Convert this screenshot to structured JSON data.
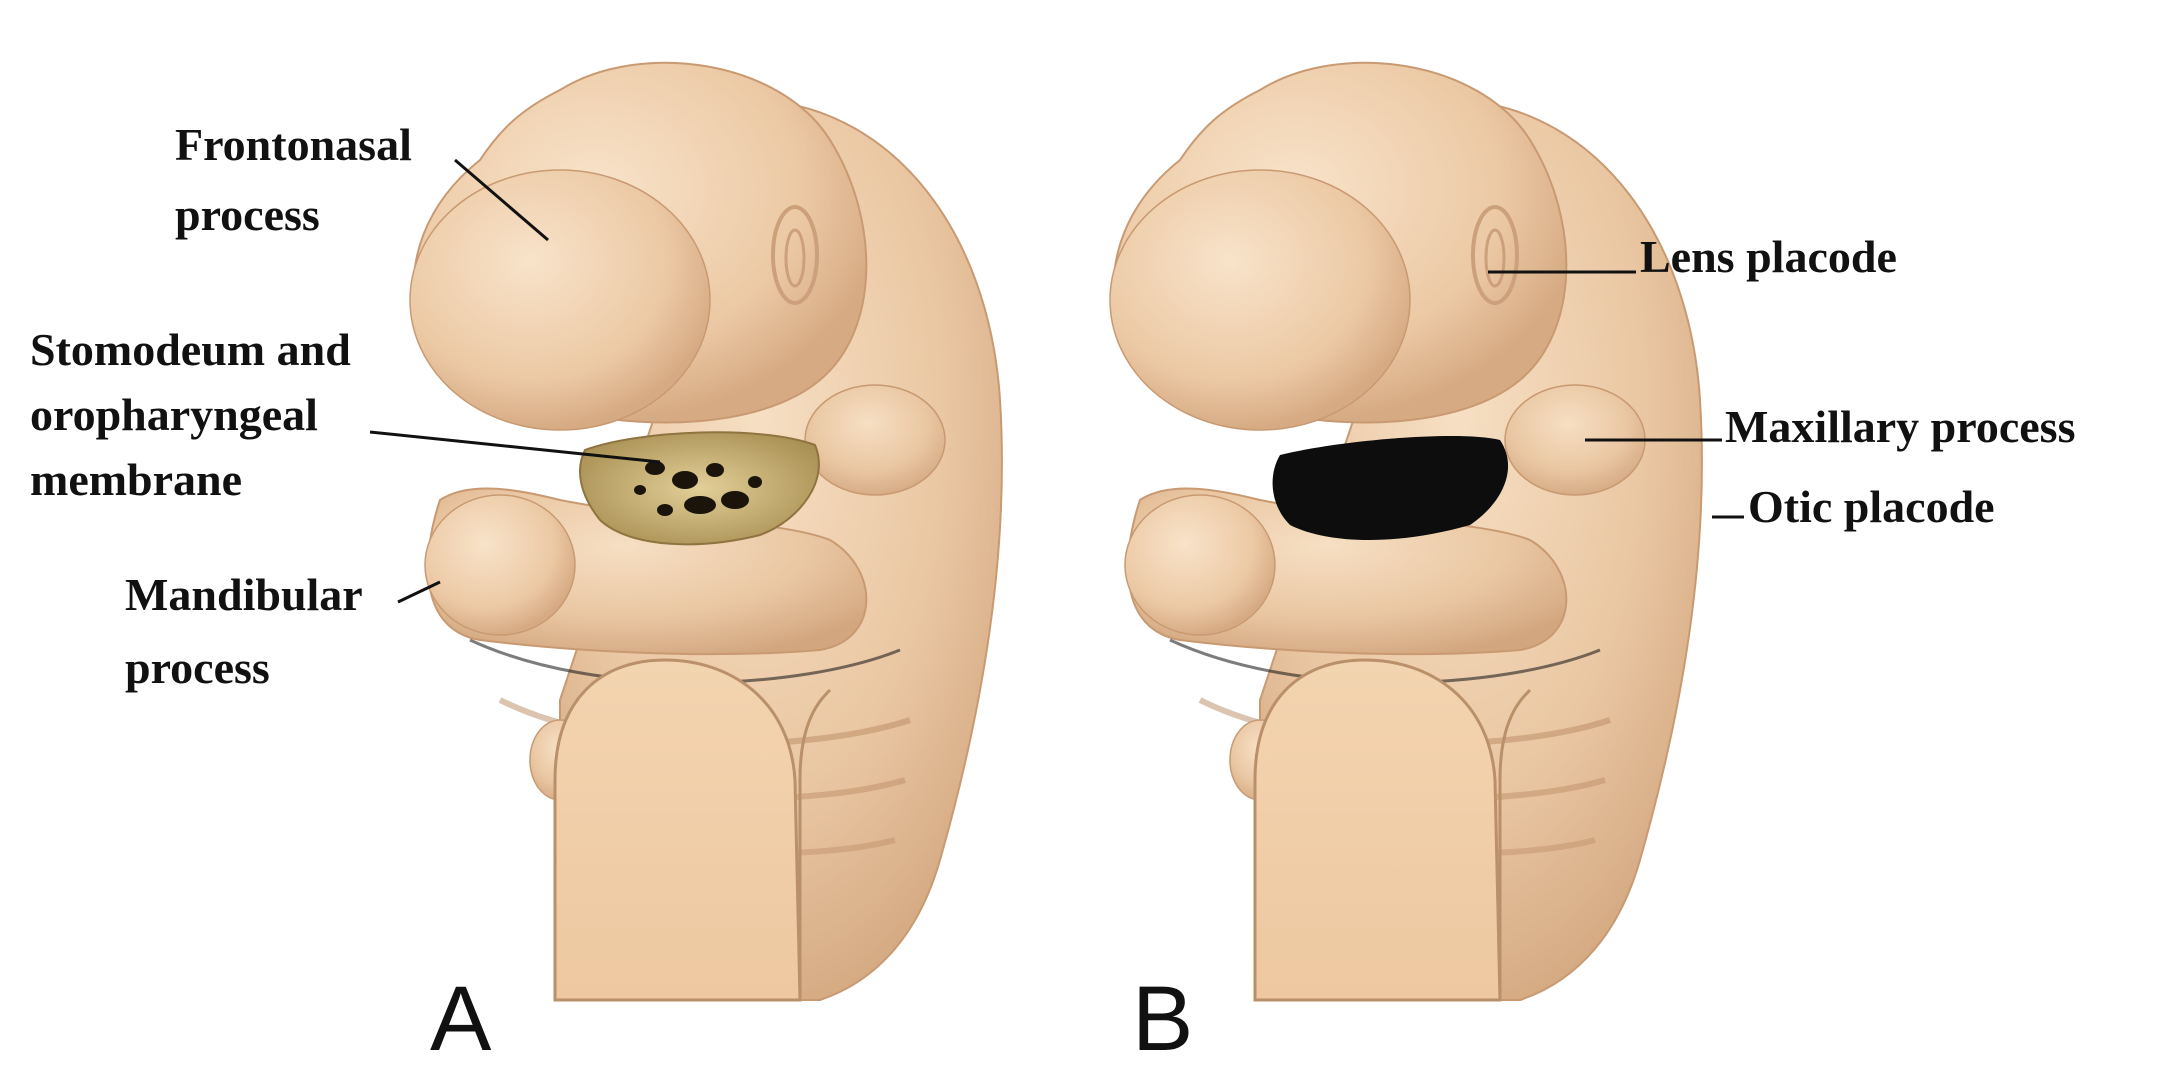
{
  "colors": {
    "skin": "#eac7a3",
    "skin_light": "#f4dcc0",
    "skin_shadow": "#c99a72",
    "cut_surface": "#f1cfa8",
    "stomodeum_membrane": "#c9b27a",
    "stomodeum_open": "#0d0d0d",
    "text": "#111111"
  },
  "panels": [
    {
      "letter": "A",
      "labels": {
        "frontonasal_1": "Frontonasal",
        "frontonasal_2": "process",
        "stomodeum_1": "Stomodeum and",
        "stomodeum_2": "oropharyngeal",
        "stomodeum_3": "membrane",
        "mandibular_1": "Mandibular",
        "mandibular_2": "process"
      }
    },
    {
      "letter": "B",
      "labels": {
        "lens": "Lens placode",
        "maxillary": "Maxillary process",
        "otic": "Otic placode"
      }
    }
  ]
}
